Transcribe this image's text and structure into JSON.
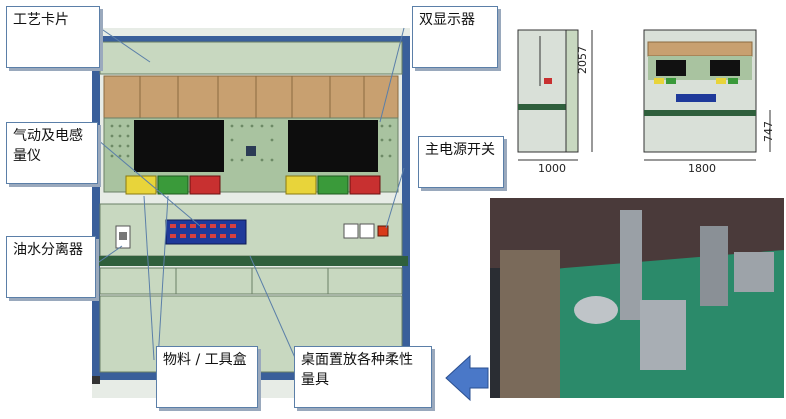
{
  "callouts": {
    "process_card": "工艺卡片",
    "dual_display": "双显示器",
    "pneumatic_gauge": "气动及电感量仪",
    "main_switch": "主电源开关",
    "filter": "油水分离器",
    "parts_box": "物料 / 工具盒",
    "desktop_gauges": "桌面置放各种柔性量具"
  },
  "drawing": {
    "height_dim": "2057",
    "depth_dim": "1000",
    "width_dim": "1800",
    "bench_height_dim": "747"
  },
  "colors": {
    "frame": "#3a5f9a",
    "panel": "#c8d8c0",
    "pegboard": "#a9c3a0",
    "desk": "#2f5f3c",
    "arrow": "#4a78c8"
  }
}
